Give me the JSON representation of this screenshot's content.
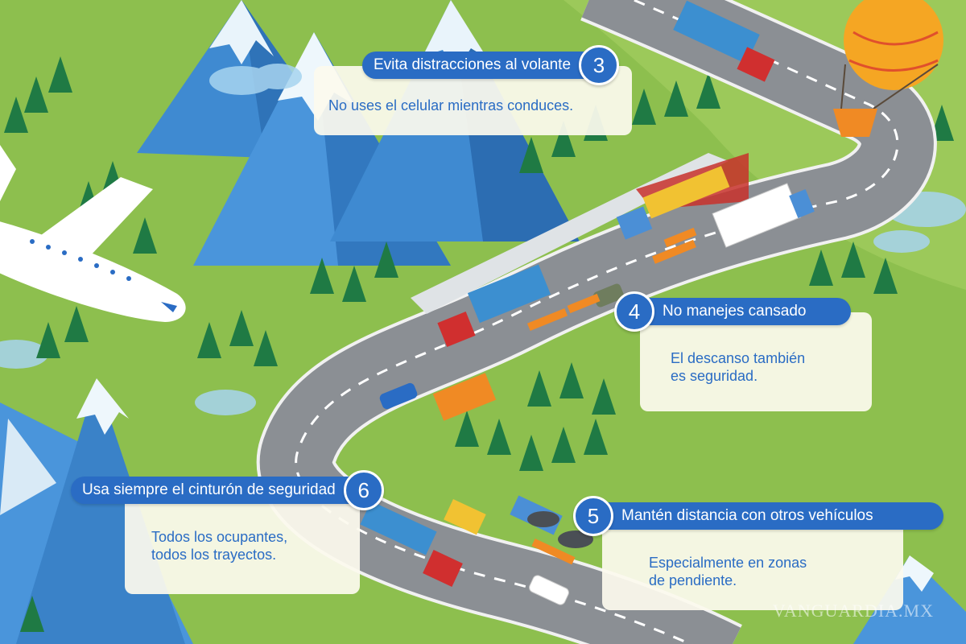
{
  "tips": [
    {
      "number": "3",
      "title": "Evita distracciones al volante",
      "text": "No uses el celular mientras conduces."
    },
    {
      "number": "4",
      "title": "No manejes cansado",
      "text_line1": "El descanso también",
      "text_line2": "es seguridad."
    },
    {
      "number": "5",
      "title": "Mantén distancia con otros vehículos",
      "text_line1": "Especialmente en zonas",
      "text_line2": "de pendiente."
    },
    {
      "number": "6",
      "title": "Usa siempre el cinturón de seguridad",
      "text_line1": "Todos los ocupantes,",
      "text_line2": "todos los trayectos."
    }
  ],
  "watermark": "VANGUARDIA.MX",
  "colors": {
    "grass": "#8dbf4e",
    "road": "#8b8f94",
    "accent_blue": "#2a6cc4",
    "box_bg": "#fcfaee"
  },
  "icons": [
    "mountain-icon",
    "tree-icon",
    "airplane-icon",
    "hot-air-balloon-icon",
    "truck-icon",
    "car-icon",
    "cloud-icon"
  ]
}
